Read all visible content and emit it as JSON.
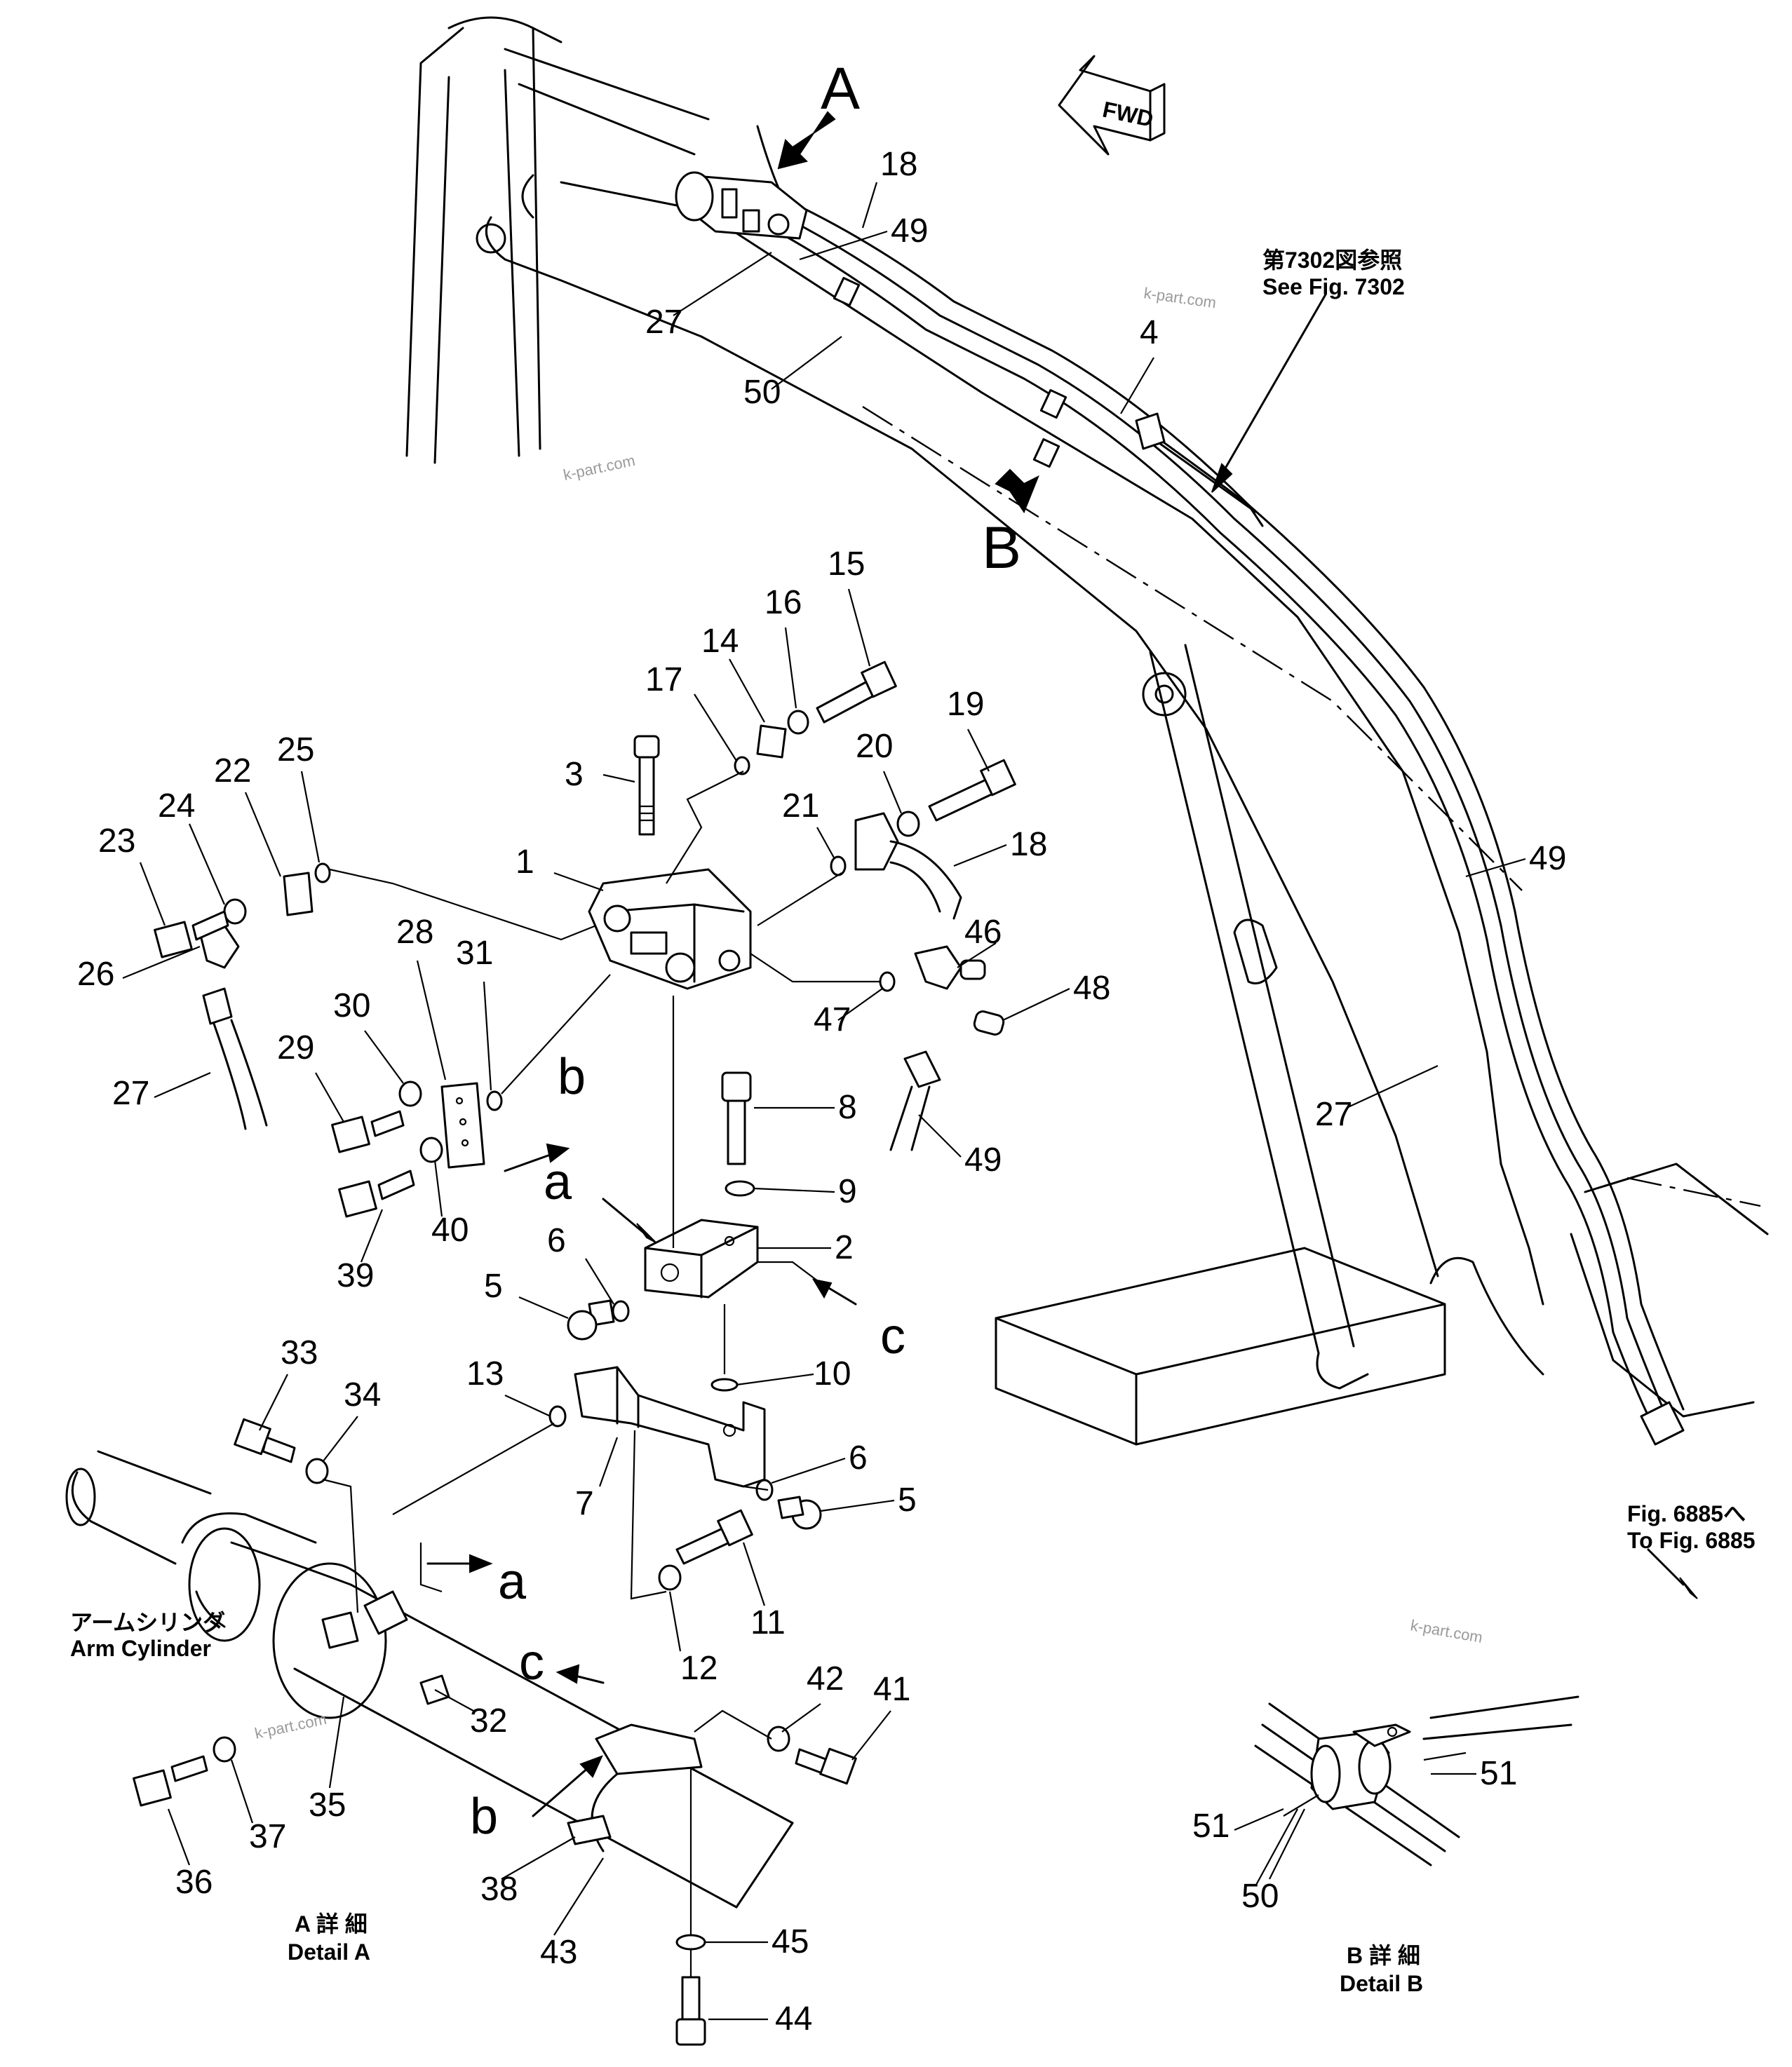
{
  "diagram": {
    "view_markers": {
      "A": "A",
      "B": "B",
      "fwd": "FWD"
    },
    "section_letters": {
      "a": "a",
      "b": "b",
      "c": "c"
    },
    "notes": {
      "see_fig_jp": "第7302図参照",
      "see_fig_en": "See  Fig.  7302",
      "to_fig_jp": "Fig.  6885へ",
      "to_fig_en": "To  Fig.  6885",
      "arm_cylinder_jp": "アームシリンダ",
      "arm_cylinder_en": "Arm  Cylinder",
      "detail_a_jp": "A 詳 細",
      "detail_a_en": "Detail  A",
      "detail_b_jp": "B 詳 細",
      "detail_b_en": "Detail  B"
    },
    "watermark": "k-part.com",
    "part_numbers": [
      "1",
      "2",
      "3",
      "4",
      "5",
      "6",
      "7",
      "8",
      "9",
      "10",
      "11",
      "12",
      "13",
      "14",
      "15",
      "16",
      "17",
      "18",
      "19",
      "20",
      "21",
      "22",
      "23",
      "24",
      "25",
      "26",
      "27",
      "28",
      "29",
      "30",
      "31",
      "32",
      "33",
      "34",
      "35",
      "36",
      "37",
      "38",
      "39",
      "40",
      "41",
      "42",
      "43",
      "44",
      "45",
      "46",
      "47",
      "48",
      "49",
      "50",
      "51"
    ]
  }
}
